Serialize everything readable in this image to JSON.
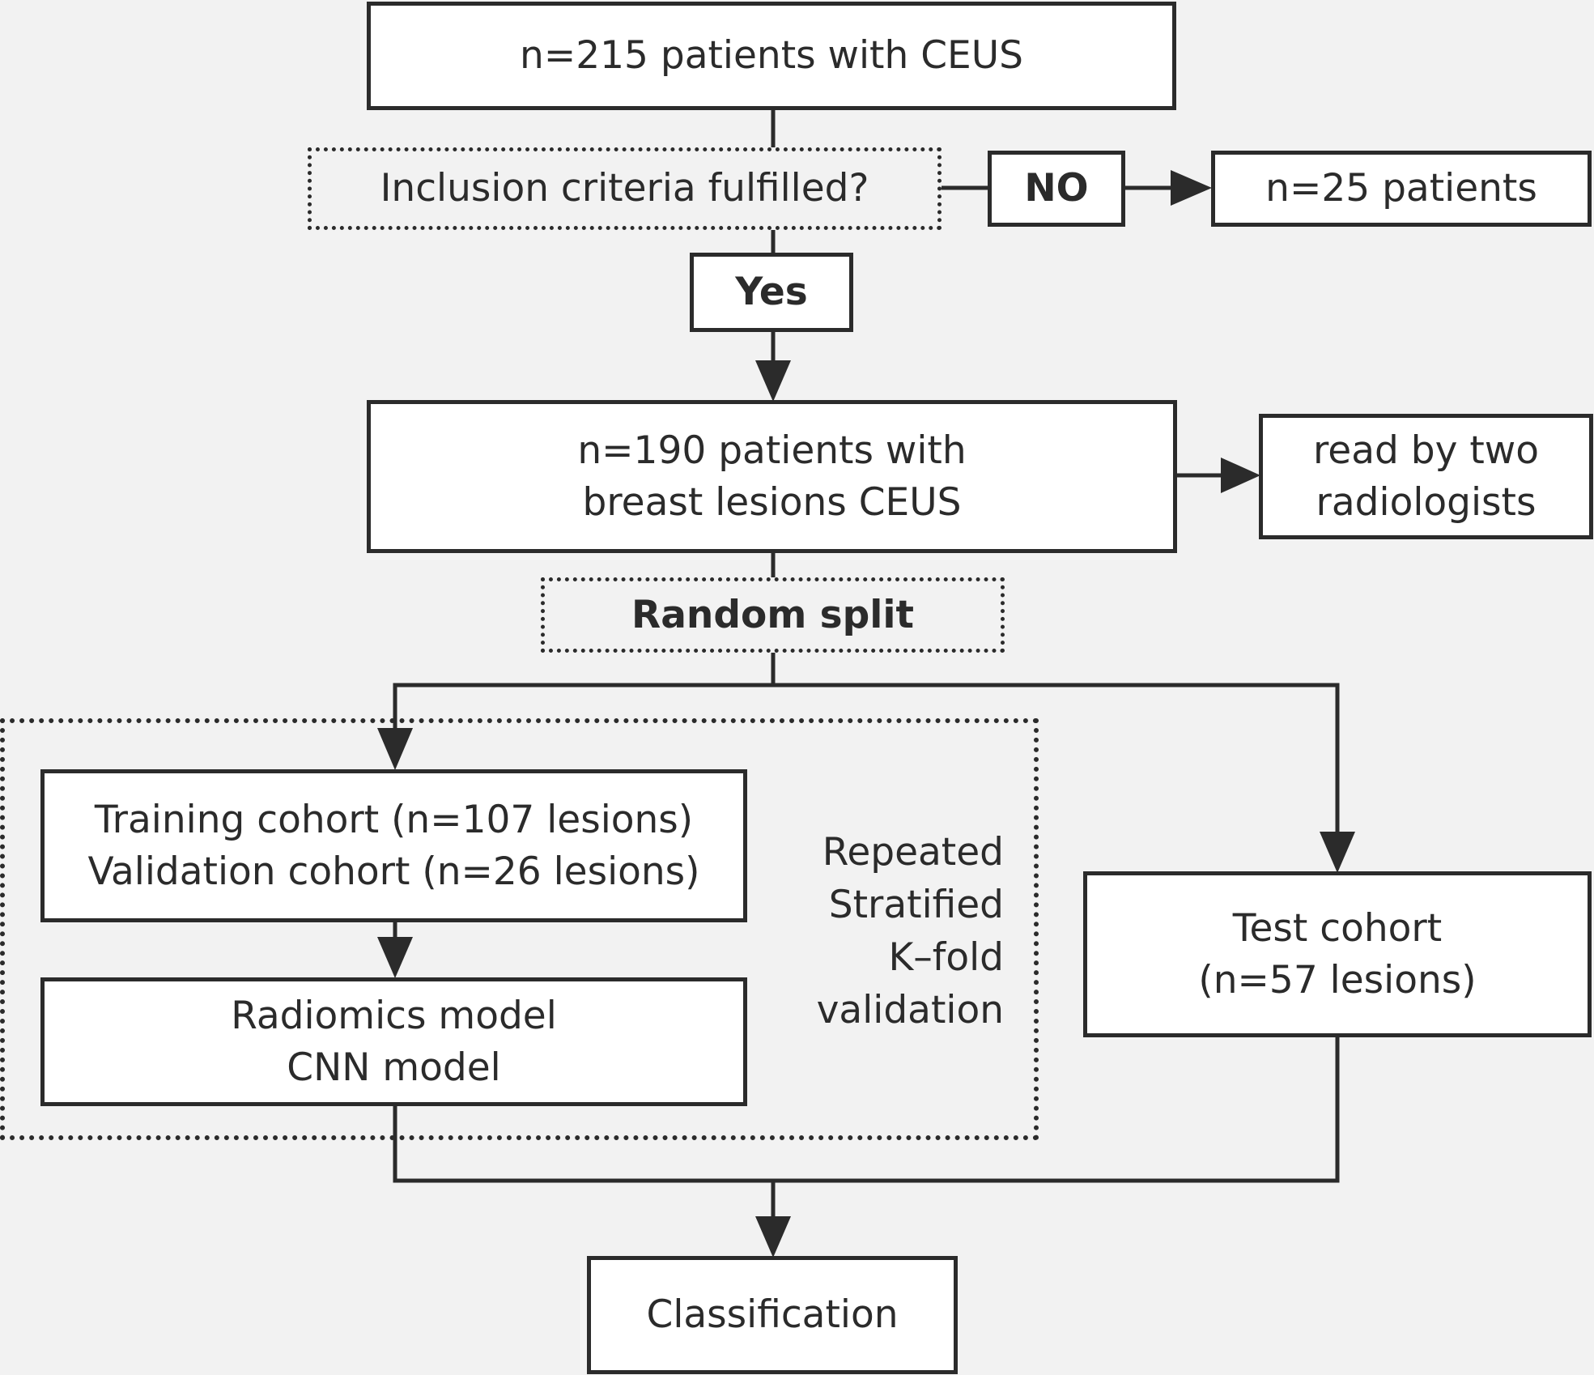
{
  "nodes": {
    "start": {
      "line1": "n=215 patients with CEUS"
    },
    "inclusion": {
      "line1": "Inclusion criteria fulfilled?"
    },
    "no": {
      "line1": "NO"
    },
    "excluded": {
      "line1": "n=25 patients"
    },
    "yes": {
      "line1": "Yes"
    },
    "included": {
      "line1": "n=190 patients with",
      "line2": "breast lesions CEUS"
    },
    "readers": {
      "line1": "read by two",
      "line2": "radiologists"
    },
    "split": {
      "line1": "Random split"
    },
    "training": {
      "line1": "Training cohort (n=107 lesions)",
      "line2": "Validation cohort (n=26 lesions)"
    },
    "models": {
      "line1": "Radiomics model",
      "line2": "CNN model"
    },
    "test": {
      "line1": "Test cohort",
      "line2": "(n=57 lesions)"
    },
    "classification": {
      "line1": "Classification"
    }
  },
  "kfold_label": {
    "line1": "Repeated",
    "line2": "Stratified",
    "line3": "K–fold",
    "line4": "validation"
  },
  "colors": {
    "stroke": "#2b2b2b",
    "background": "#f2f2f2",
    "box_fill": "#ffffff"
  }
}
